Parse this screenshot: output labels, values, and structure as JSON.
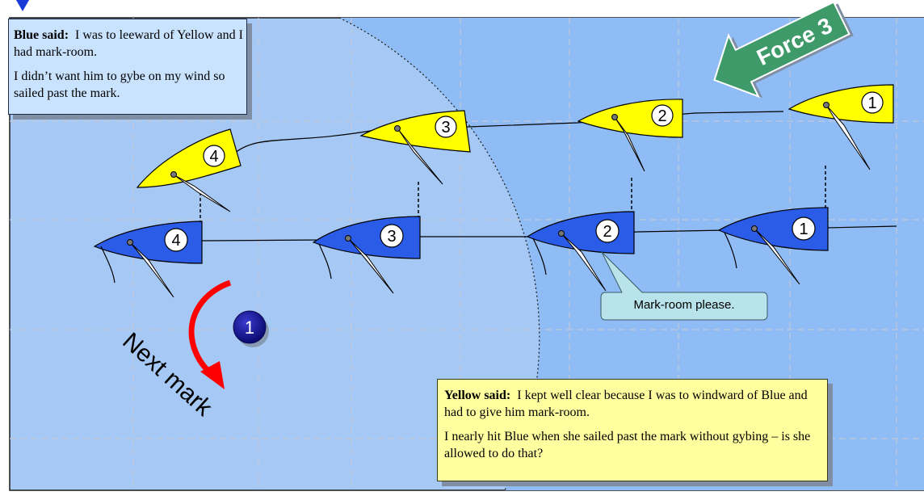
{
  "blue_statement": {
    "speaker": "Blue said:",
    "line1": "I was to leeward of Yellow and I had mark-room.",
    "line2": "I didn’t want him to gybe on my wind so sailed past the mark."
  },
  "yellow_statement": {
    "speaker": "Yellow said:",
    "line1": "I kept well clear because I was to windward of Blue and had to give him mark-room.",
    "line2": "I nearly hit Blue when she sailed past the mark without gybing – is she allowed to do that?"
  },
  "callout": "Mark-room please.",
  "wind": {
    "label": "Force 3",
    "color": "#3f9a6a"
  },
  "mark": {
    "number": "1",
    "color": "#1a1a8c"
  },
  "next_mark_label": "Next mark",
  "yellow_boat_numbers": [
    "1",
    "2",
    "3",
    "4"
  ],
  "blue_boat_numbers": [
    "1",
    "2",
    "3",
    "4"
  ],
  "colors": {
    "water": "#a6c8f4",
    "yellow_hull": "#ffff00",
    "blue_hull": "#2b5ce8",
    "arrow": "#ff0000"
  }
}
